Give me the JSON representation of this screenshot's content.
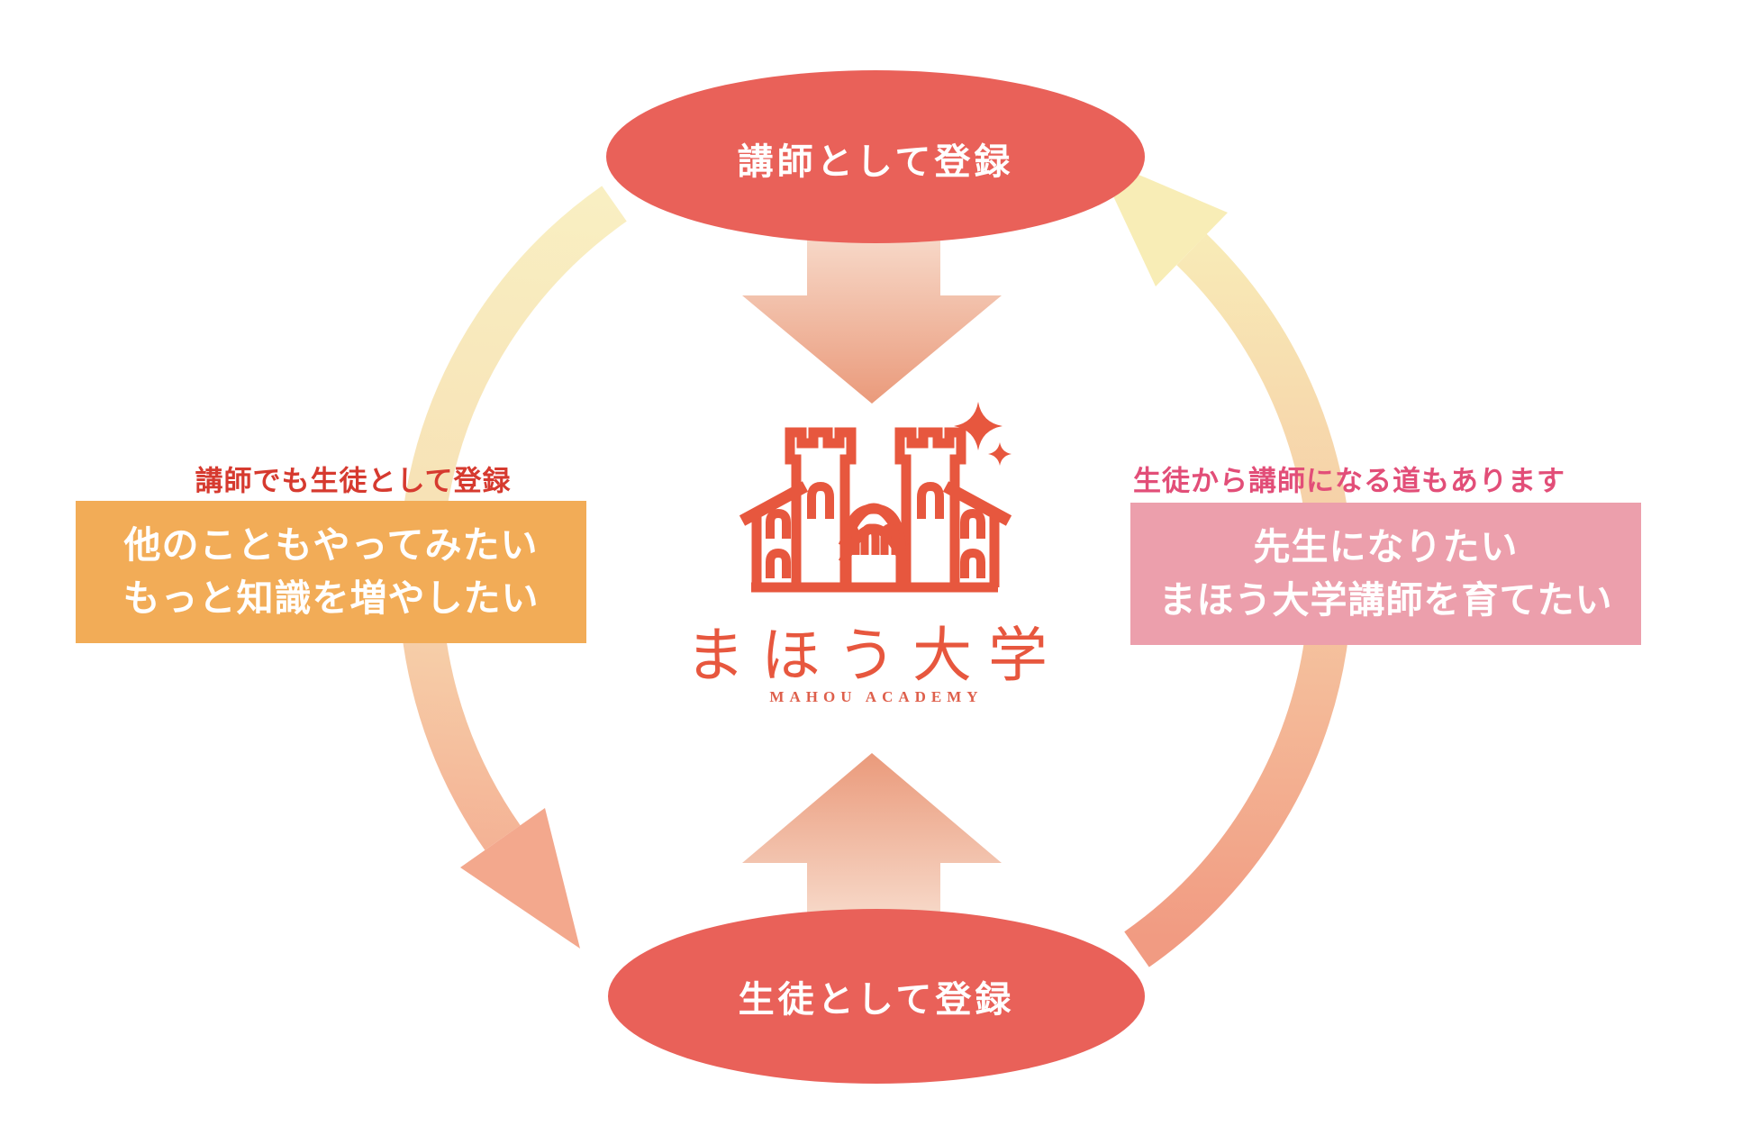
{
  "diagram_title": "registration-cycle",
  "top_ellipse": {
    "label": "講師として登録"
  },
  "bottom_ellipse": {
    "label": "生徒として登録"
  },
  "logo": {
    "title": "まほう大学",
    "subtitle": "MAHOU ACADEMY"
  },
  "left_panel": {
    "caption": "講師でも生徒として登録",
    "lines": [
      "他のこともやってみたい",
      "もっと知識を増やしたい"
    ]
  },
  "right_panel": {
    "caption": "生徒から講師になる道もあります",
    "lines": [
      "先生になりたい",
      "まほう大学講師を育てたい"
    ]
  },
  "colors": {
    "ellipse_fill": "#e96159",
    "logo_red": "#e7573e",
    "left_panel_bg": "#f2ac57",
    "right_panel_bg": "#ec9fac",
    "left_caption": "#d63a2f",
    "right_caption": "#e24e78",
    "arc_yellow": "#f8efc1",
    "arc_salmon": "#f2a48b",
    "arrow_light": "#f9e2d4",
    "arrow_dark": "#ea9a7b"
  }
}
